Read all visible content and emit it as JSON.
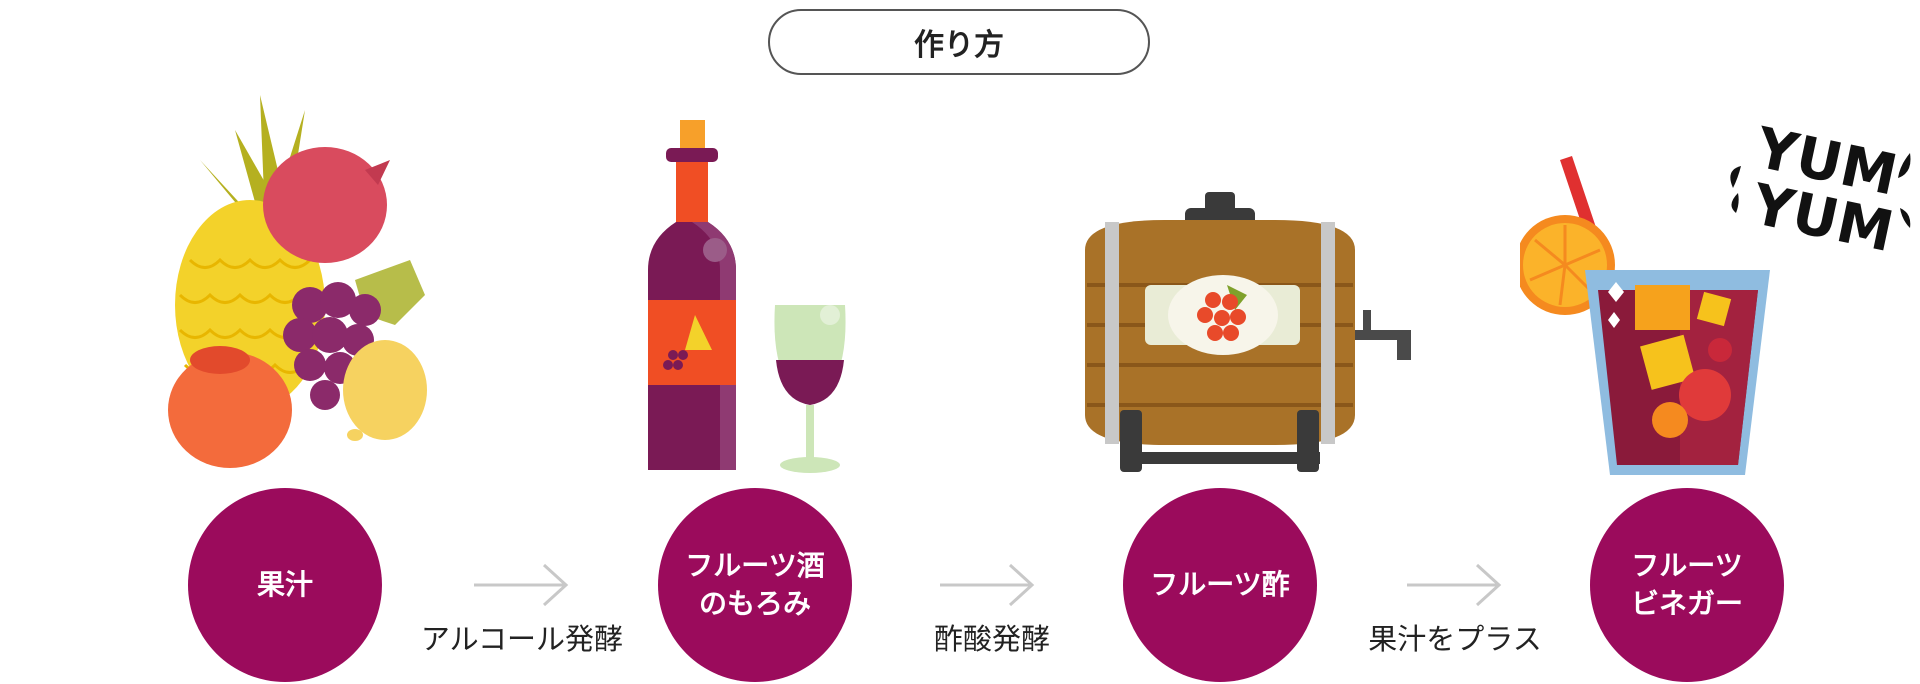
{
  "title": "作り方",
  "stages": [
    {
      "line1": "果汁",
      "line2": "",
      "icon": "fruit-pile-icon"
    },
    {
      "line1": "フルーツ酒",
      "line2": "のもろみ",
      "icon": "wine-bottle-and-glass-icon"
    },
    {
      "line1": "フルーツ酢",
      "line2": "",
      "icon": "vinegar-barrel-icon"
    },
    {
      "line1": "フルーツ",
      "line2": "ビネガー",
      "icon": "fruit-vinegar-drink-icon"
    }
  ],
  "processes": [
    "アルコール発酵",
    "酢酸発酵",
    "果汁をプラス"
  ],
  "logo": {
    "line1": "YUM",
    "line2": "YUM"
  },
  "colors": {
    "accent": "#9b0b5c",
    "arrow": "#c8c8c8",
    "text": "#222222"
  }
}
